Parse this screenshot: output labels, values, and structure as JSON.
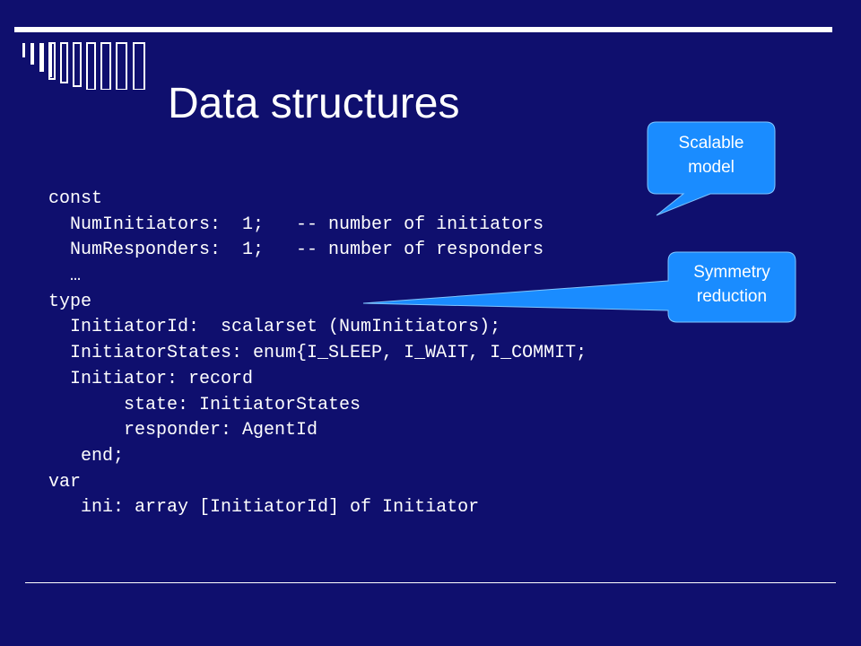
{
  "slide": {
    "title": "Data structures",
    "code_lines": [
      "const",
      "  NumInitiators:  1;   -- number of initiators",
      "  NumResponders:  1;   -- number of responders",
      "  …",
      "type",
      "  InitiatorId:  scalarset (NumInitiators);",
      "  InitiatorStates: enum{I_SLEEP, I_WAIT, I_COMMIT;",
      "  Initiator: record",
      "       state: InitiatorStates",
      "       responder: AgentId",
      "   end;",
      "var",
      "   ini: array [InitiatorId] of Initiator"
    ],
    "callouts": [
      {
        "line1": "Scalable",
        "line2": "model"
      },
      {
        "line1": "Symmetry",
        "line2": "reduction"
      }
    ]
  },
  "colors": {
    "background": "#0f0f6e",
    "foreground": "#ffffff",
    "callout_fill": "#1a8cff"
  }
}
